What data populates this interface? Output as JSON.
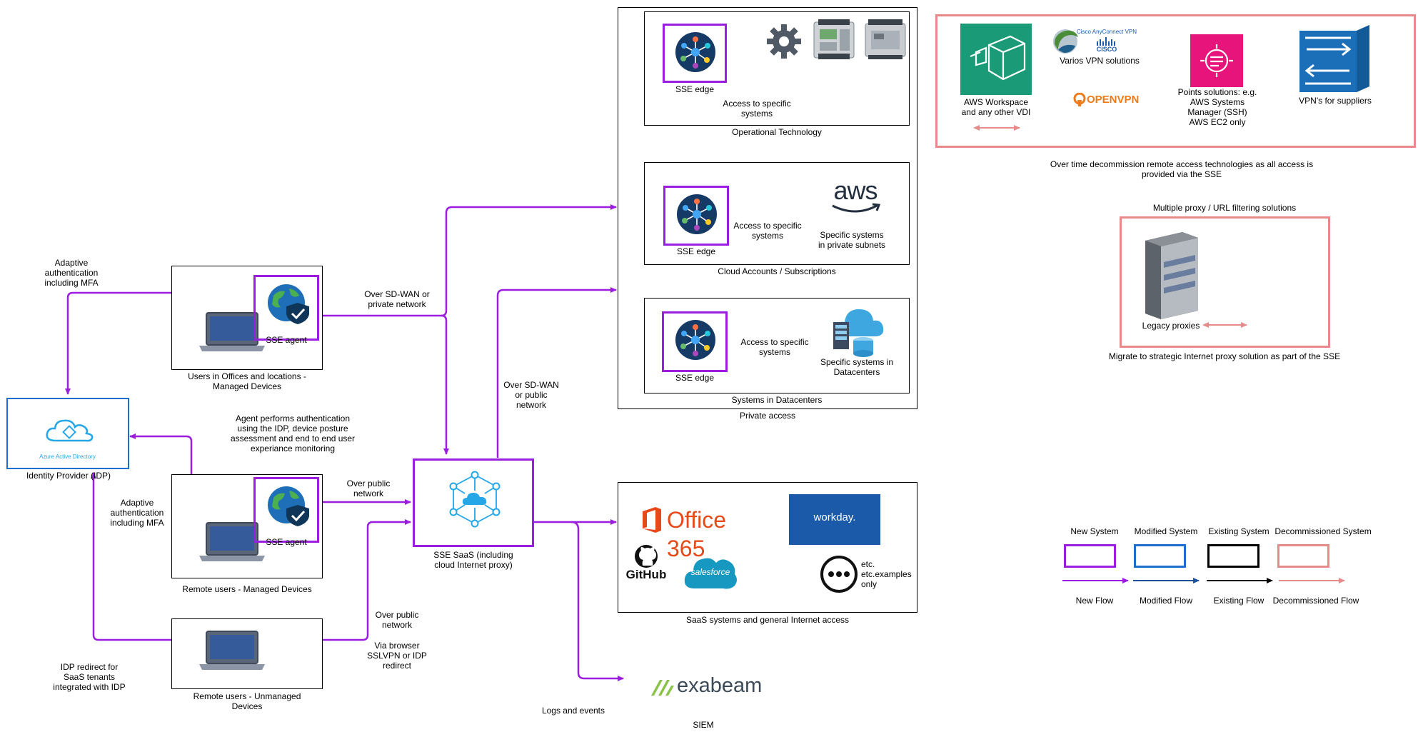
{
  "identity_provider": {
    "logo_text": "Azure Active Directory",
    "label": "Identity Provider (IDP)"
  },
  "users": {
    "offices": {
      "agent": "SSE agent",
      "label": "Users in Offices and locations -\nManaged Devices"
    },
    "remote_managed": {
      "agent": "SSE agent",
      "label": "Remote users - Managed Devices"
    },
    "remote_unmanaged": {
      "label": "Remote users - Unmanaged\nDevices"
    }
  },
  "annotations": {
    "adaptive_auth_top": "Adaptive\nauthentication\nincluding MFA",
    "adaptive_auth_mid": "Adaptive\nauthentication\nincluding MFA",
    "agent_auth": "Agent performs authentication\nusing the IDP, device posture\nassessment and end to end user\nexperiance monitoring",
    "idp_redirect": "IDP redirect for\nSaaS tenants\nintegrated with IDP",
    "over_sdwan_private": "Over SD-WAN or\nprivate network",
    "over_public_1": "Over public\nnetwork",
    "over_public_2": "Over public\nnetwork",
    "via_browser": "Via browser\nSSLVPN or IDP\nredirect",
    "over_sdwan_public": "Over SD-WAN\nor public\nnetwork",
    "logs_events": "Logs and events"
  },
  "sse_saas": {
    "label": "SSE SaaS (including\ncloud Internet proxy)"
  },
  "private_access": {
    "label": "Private access",
    "ot": {
      "edge": "SSE edge",
      "access": "Access to specific\nsystems",
      "label": "Operational Technology"
    },
    "cloud": {
      "edge": "SSE edge",
      "access": "Access to specific\nsystems",
      "aws_logo": "aws",
      "target": "Specific systems\nin private subnets",
      "label": "Cloud Accounts / Subscriptions"
    },
    "dc": {
      "edge": "SSE edge",
      "access": "Access to specific\nsystems",
      "target": "Specific systems in\nDatacenters",
      "label": "Systems in Datacenters"
    }
  },
  "saas": {
    "label": "SaaS systems and general Internet access",
    "office365": "Office 365",
    "workday": "workday.",
    "github": "GitHub",
    "salesforce": "salesforce",
    "etc": "etc.\netc.examples\nonly"
  },
  "siem": {
    "logo": "exabeam",
    "label": "SIEM"
  },
  "decommission": {
    "aws_workspace": "AWS Workspace\nand any other VDI",
    "cisco_top": "Cisco AnyConnect VPN",
    "cisco_word": "CISCO",
    "vpn_solutions": "Varios VPN solutions",
    "openvpn": "OPENVPN",
    "points": "Points solutions: e.g.\nAWS Systems\nManager (SSH)\nAWS EC2 only",
    "suppliers": "VPN's for suppliers",
    "note": "Over time decommission remote access technologies as all access is\nprovided via the SSE"
  },
  "proxy": {
    "title": "Multiple proxy / URL filtering solutions",
    "legacy": "Legacy proxies",
    "note": "Migrate to strategic Internet proxy solution as part of the SSE"
  },
  "legend": {
    "new_system": "New System",
    "modified_system": "Modified System",
    "existing_system": "Existing System",
    "decommissioned_system": "Decommissioned System",
    "new_flow": "New Flow",
    "modified_flow": "Modified Flow",
    "existing_flow": "Existing Flow",
    "decommissioned_flow": "Decommissioned Flow"
  },
  "colors": {
    "new": "#9b1ee0",
    "modified": "#1c6fcf",
    "existing": "#000000",
    "decommissioned": "#e68a8a"
  }
}
